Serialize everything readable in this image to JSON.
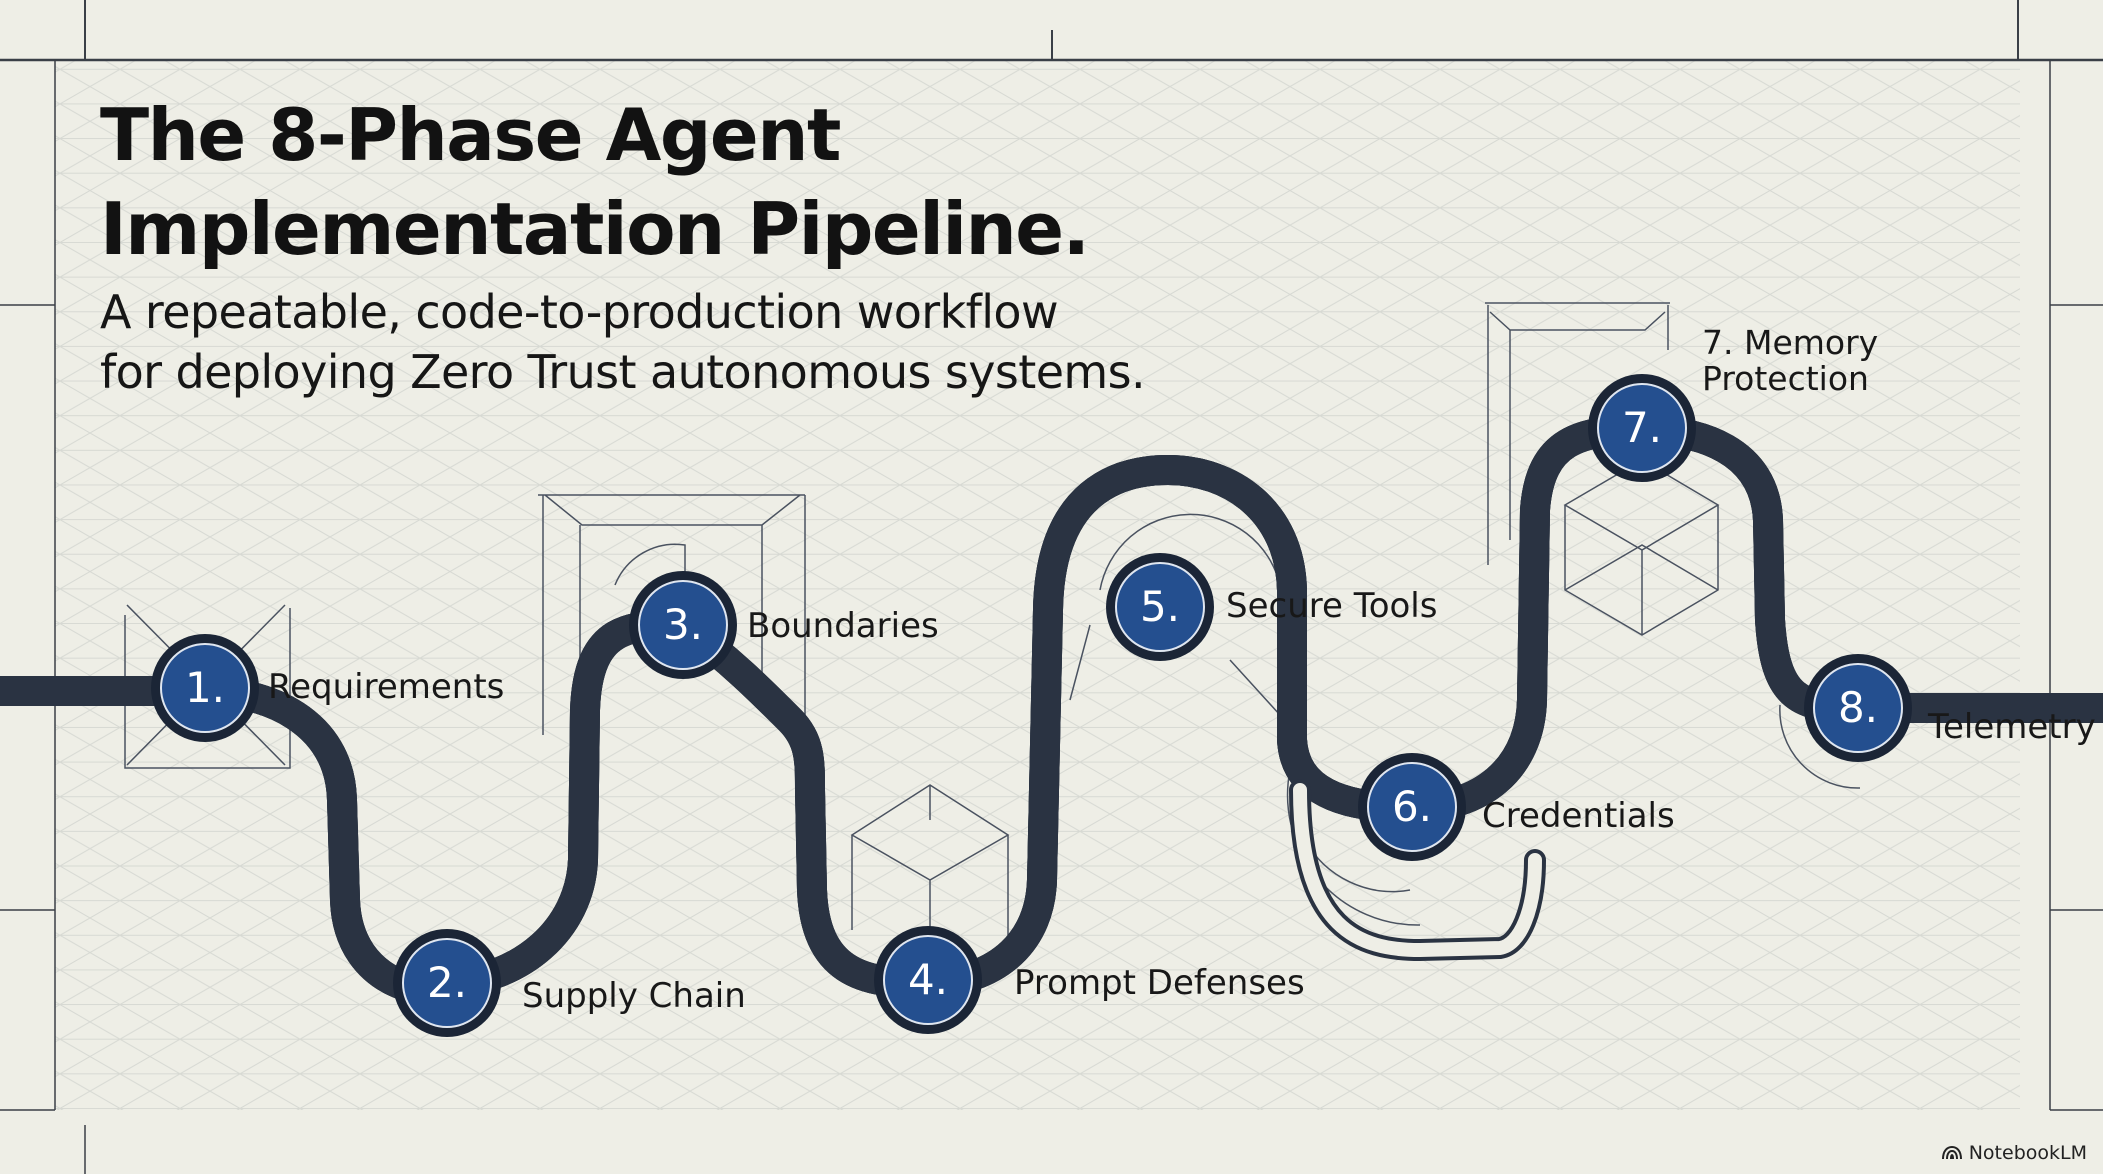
{
  "title_lines": [
    "The 8-Phase Agent",
    "Implementation Pipeline."
  ],
  "subtitle_lines": [
    "A repeatable, code-to-production workflow",
    "for deploying Zero Trust autonomous systems."
  ],
  "phases": [
    {
      "number": "1.",
      "label": "Requirements"
    },
    {
      "number": "2.",
      "label": "Supply Chain"
    },
    {
      "number": "3.",
      "label": "Boundaries"
    },
    {
      "number": "4.",
      "label": "Prompt Defenses"
    },
    {
      "number": "5.",
      "label": "Secure Tools"
    },
    {
      "number": "6.",
      "label": "Credentials"
    },
    {
      "number": "7.",
      "label_lines": [
        "7. Memory",
        "Protection"
      ]
    },
    {
      "number": "8.",
      "label": "Telemetry"
    }
  ],
  "brand": {
    "name": "NotebookLM",
    "icon": "notebooklm-logo-icon"
  },
  "colors": {
    "background": "#eeeee6",
    "node_fill": "#244f8f",
    "node_ring": "#1b2536",
    "track": "#2a3342",
    "grid": "#c9ccc8",
    "text": "#141414"
  }
}
